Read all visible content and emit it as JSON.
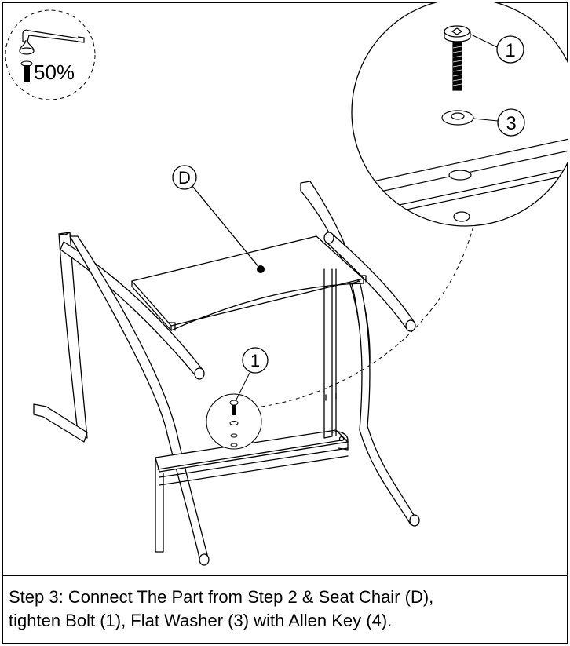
{
  "callouts": {
    "part_label": "D",
    "bolt_number": "1",
    "washer_number": "3",
    "hole_number": "1"
  },
  "tool_hint": {
    "torque": "50%",
    "icon": "allen-key-icon"
  },
  "instruction": {
    "line1": "Step 3: Connect The Part from Step 2 & Seat Chair (D),",
    "line2": "tighten Bolt (1), Flat Washer (3) with Allen Key (4)."
  }
}
